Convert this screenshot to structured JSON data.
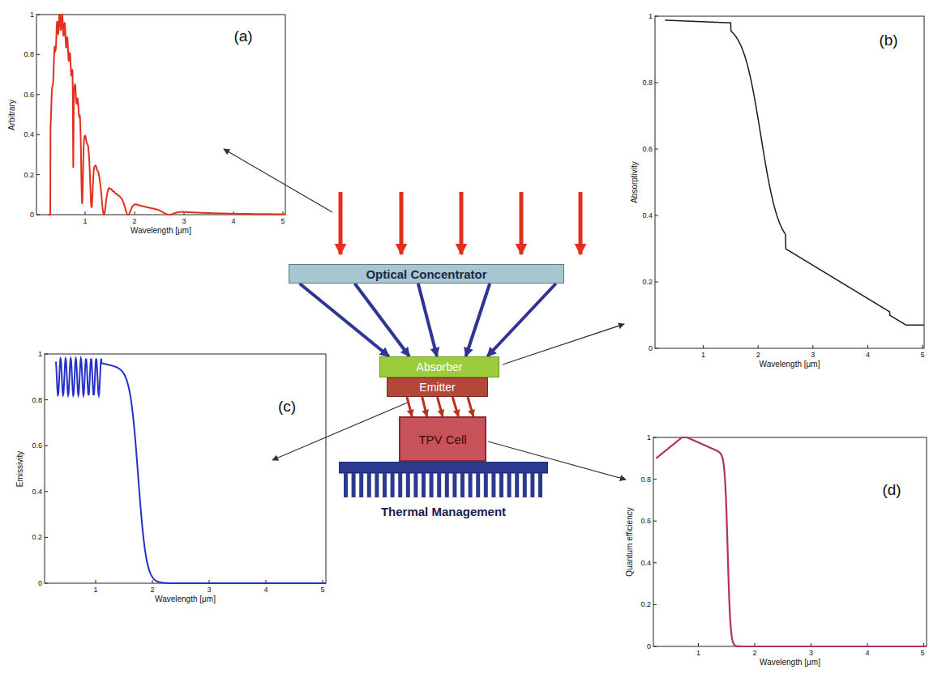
{
  "diagram": {
    "nodes": [
      {
        "text": [
          "Optical Concentrator"
        ]
      },
      {
        "text": [
          "Absorber"
        ]
      },
      {
        "text": [
          "Emitter"
        ]
      },
      {
        "text": [
          "TPV Cell"
        ]
      },
      {
        "text": [
          "Thermal Management"
        ]
      }
    ],
    "edges": [
      {
        "from": 0,
        "to": 1,
        "arrow": "to"
      },
      {
        "from": 0,
        "to": 1,
        "arrow": "to"
      },
      {
        "from": 0,
        "to": 1,
        "arrow": "to"
      },
      {
        "from": 0,
        "to": 1,
        "arrow": "to"
      },
      {
        "from": 0,
        "to": 1,
        "arrow": "to"
      },
      {
        "from": 2,
        "to": 3,
        "arrow": "to"
      },
      {
        "from": 2,
        "to": 3,
        "arrow": "to"
      },
      {
        "from": 2,
        "to": 3,
        "arrow": "to"
      },
      {
        "from": 2,
        "to": 3,
        "arrow": "to"
      },
      {
        "from": 2,
        "to": 3,
        "arrow": "to"
      }
    ],
    "labels": [
      "(a)",
      "Arbitrary",
      "Wavelength [μm]",
      "0",
      "0.2",
      "0.4",
      "0.6",
      "0.8",
      "1",
      "1",
      "2",
      "3",
      "4",
      "5",
      "(b)",
      "Absorptivity",
      "Wavelength [μm]",
      "0",
      "0.2",
      "0.4",
      "0.6",
      "0.8",
      "1",
      "1",
      "2",
      "3",
      "4",
      "5",
      "(c)",
      "Emissivity",
      "Wavelength [μm]",
      "0",
      "0.2",
      "0.4",
      "0.6",
      "0.8",
      "1",
      "1",
      "2",
      "3",
      "4",
      "5",
      "(d)",
      "Quantum efficiency",
      "Wavelength [μm]",
      "0",
      "0.2",
      "0.4",
      "0.6",
      "0.8",
      "1",
      "1",
      "2",
      "3",
      "4",
      "5"
    ]
  }
}
